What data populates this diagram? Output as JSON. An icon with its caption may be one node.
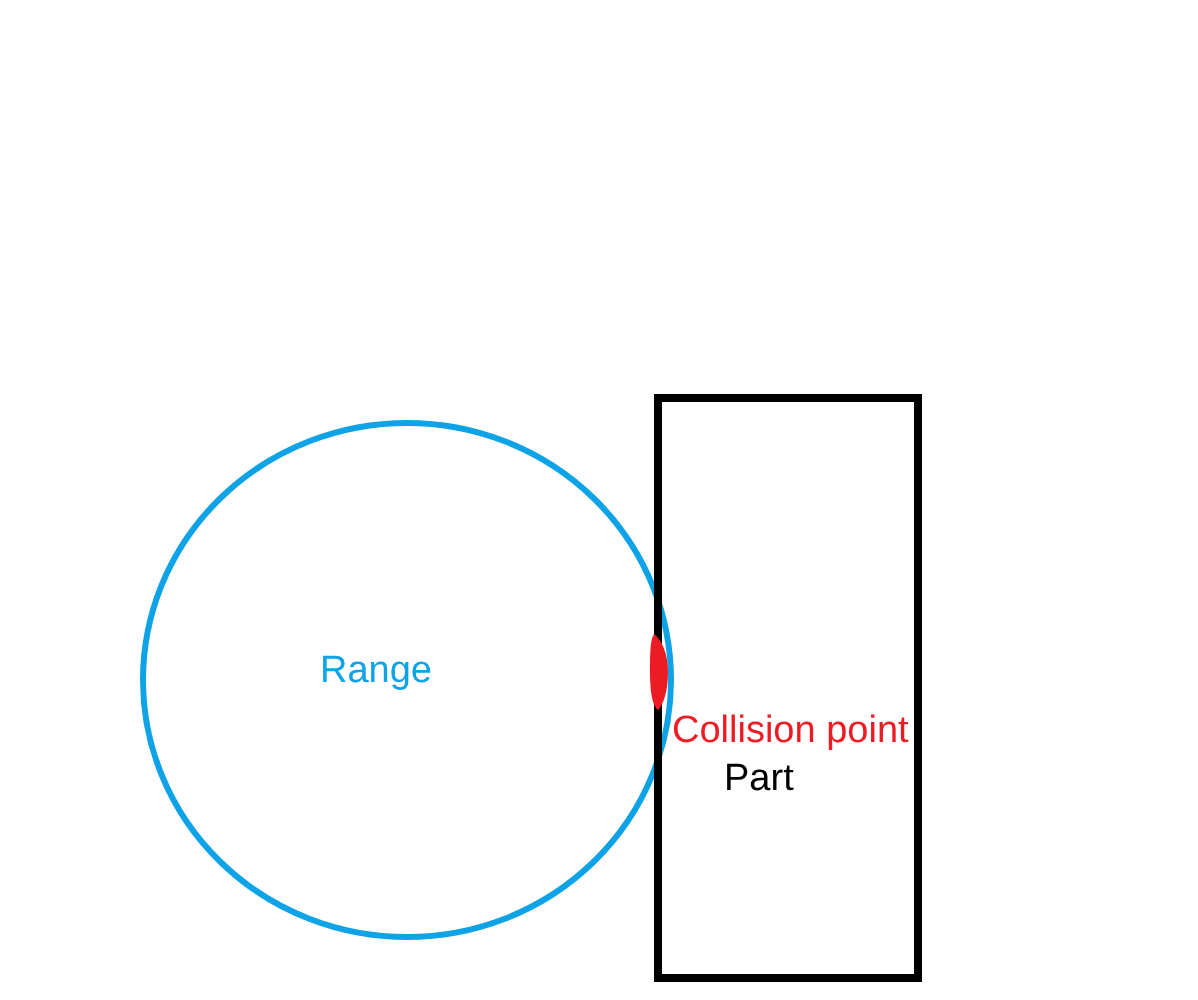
{
  "diagram": {
    "nodes": [
      {
        "text": [
          "Range"
        ]
      },
      {
        "text": [
          "Part"
        ]
      }
    ],
    "labels": [
      "Collision point"
    ]
  }
}
